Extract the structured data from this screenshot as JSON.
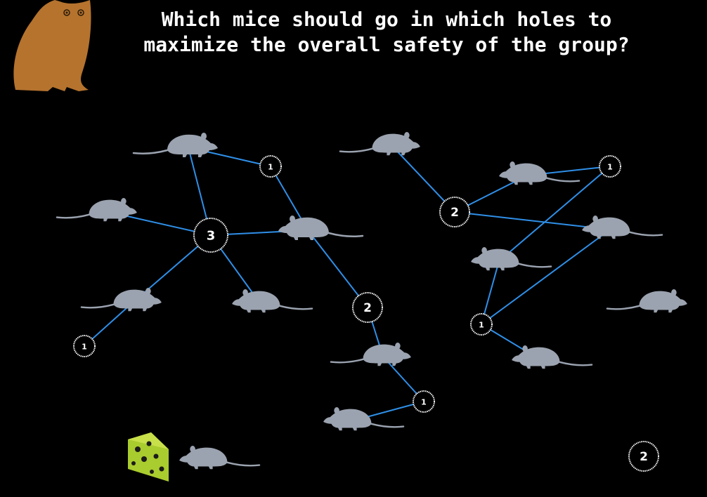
{
  "title": {
    "line1": "Which mice should go in which holes to",
    "line2": "maximize the overall safety of the group?"
  },
  "colors": {
    "background": "#000000",
    "mouse": "#9ba3b0",
    "edge": "#2f8fe8",
    "hole_stroke": "#ffffff",
    "owl": "#b5732e",
    "cheese": "#a9cc2e"
  },
  "holes": [
    {
      "id": "h1",
      "label": "3"
    },
    {
      "id": "h2",
      "label": "1"
    },
    {
      "id": "h3",
      "label": "2"
    },
    {
      "id": "h4",
      "label": "1"
    },
    {
      "id": "h5",
      "label": "2"
    },
    {
      "id": "h6",
      "label": "1"
    },
    {
      "id": "h7",
      "label": "1"
    },
    {
      "id": "h8",
      "label": "1"
    },
    {
      "id": "h9",
      "label": "2"
    }
  ],
  "mice": [
    {
      "id": "m1",
      "facing": "right"
    },
    {
      "id": "m2",
      "facing": "right"
    },
    {
      "id": "m3",
      "facing": "left"
    },
    {
      "id": "m4",
      "facing": "right"
    },
    {
      "id": "m5",
      "facing": "left"
    },
    {
      "id": "m6",
      "facing": "right"
    },
    {
      "id": "m7",
      "facing": "left"
    },
    {
      "id": "m8",
      "facing": "right"
    },
    {
      "id": "m9",
      "facing": "left"
    },
    {
      "id": "m10",
      "facing": "left"
    },
    {
      "id": "m11",
      "facing": "left"
    },
    {
      "id": "m12",
      "facing": "left"
    },
    {
      "id": "m13",
      "facing": "right"
    },
    {
      "id": "m14",
      "facing": "left"
    },
    {
      "id": "m15",
      "facing": "right"
    }
  ],
  "edges": [
    [
      "m1",
      "h2"
    ],
    [
      "m1",
      "h1"
    ],
    [
      "m2",
      "h1"
    ],
    [
      "m4",
      "h1"
    ],
    [
      "m5",
      "h1"
    ],
    [
      "m4",
      "h4"
    ],
    [
      "m3",
      "h1"
    ],
    [
      "m3",
      "h2"
    ],
    [
      "m3",
      "h3"
    ],
    [
      "m6",
      "h3"
    ],
    [
      "m6",
      "h6"
    ],
    [
      "m7",
      "h6"
    ],
    [
      "m8",
      "h5"
    ],
    [
      "m9",
      "h5"
    ],
    [
      "m9",
      "h7"
    ],
    [
      "m10",
      "h7"
    ],
    [
      "m10",
      "h8"
    ],
    [
      "m11",
      "h5"
    ],
    [
      "m11",
      "h8"
    ],
    [
      "m12",
      "h8"
    ]
  ],
  "icons": [
    "owl-icon",
    "cheese-icon",
    "mouse-icon"
  ]
}
